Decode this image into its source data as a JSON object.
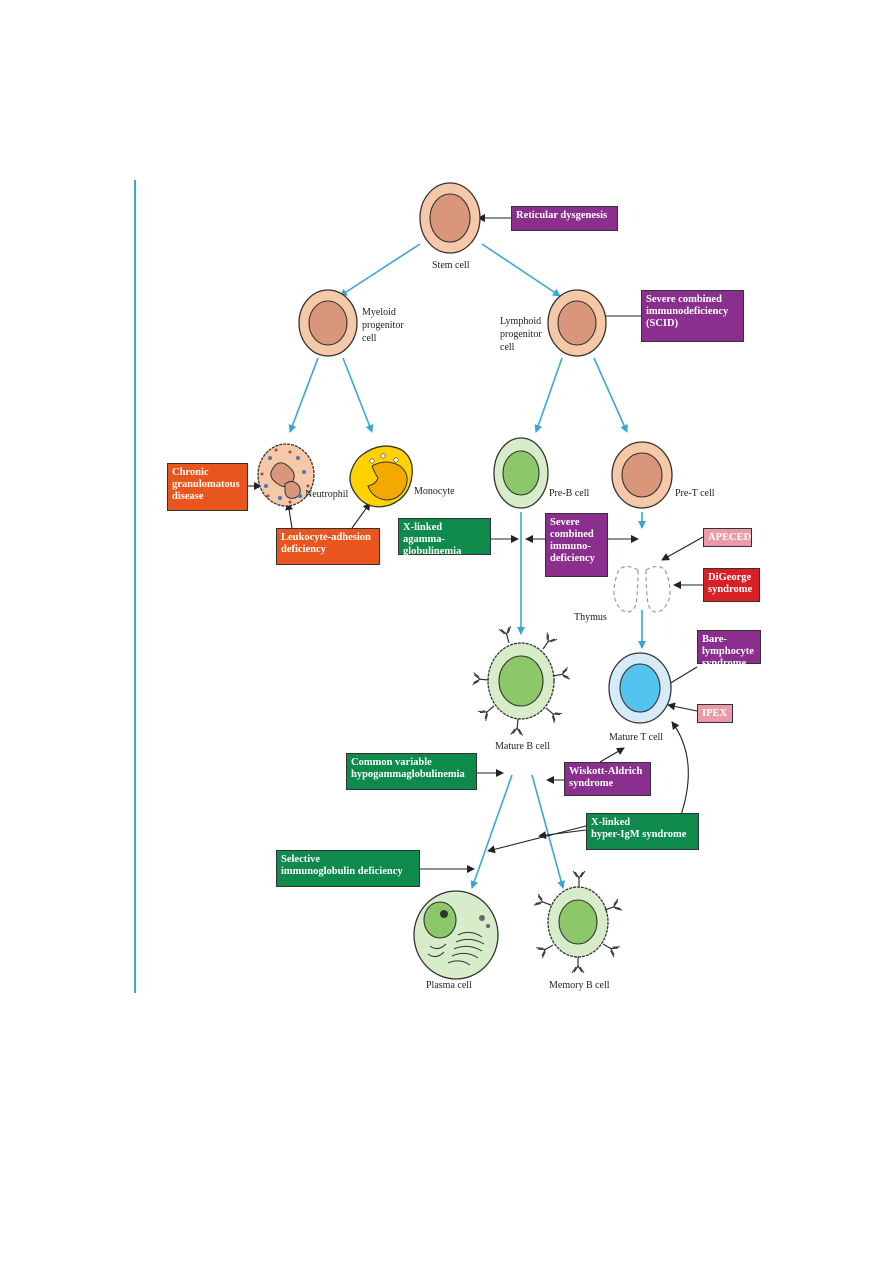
{
  "cells": {
    "stem": "Stem cell",
    "myeloid": "Myeloid\nprogenitor\ncell",
    "lymphoid": "Lymphoid\nprogenitor\ncell",
    "neutrophil": "Neutrophil",
    "monocyte": "Monocyte",
    "pre_b": "Pre-B cell",
    "pre_t": "Pre-T cell",
    "thymus": "Thymus",
    "mature_b": "Mature B cell",
    "mature_t": "Mature T cell",
    "plasma": "Plasma cell",
    "memory_b": "Memory B cell"
  },
  "disorders": {
    "reticular": "Reticular dysgenesis",
    "scid_top": "Severe combined\nimmunodeficiency\n(SCID)",
    "cgd": "Chronic\ngranulomatous\ndisease",
    "lad": "Leukocyte-adhesion\ndeficiency",
    "xla": "X-linked agamma-\nglobulinemia",
    "scid_mid": "Severe\ncombined\nimmuno-\ndeficiency",
    "apeced": "APECED",
    "digeorge": "DiGeorge\nsyndrome",
    "bare": "Bare-lymphocyte\nsyndrome",
    "ipex": "IPEX",
    "cvid": "Common variable\nhypogammaglobulinemia",
    "wiskott": "Wiskott-Aldrich\nsyndrome",
    "hyper_igm": "X-linked\nhyper-IgM syndrome",
    "selective": "Selective\nimmunoglobulin deficiency"
  },
  "colors": {
    "purple": "#8a2f8e",
    "orange": "#e8561e",
    "green": "#0d8a4c",
    "red": "#d92027",
    "pink": "#ea9aa8",
    "arrow_blue": "#3aa6d8",
    "cell_peach": "#f5c9a8",
    "cell_nucleus": "#d9967a",
    "b_cell_outer": "#d7ecc8",
    "b_cell_nucleus": "#8cc76a",
    "t_cell_outer": "#d5ecf8",
    "t_cell_nucleus": "#55c3ef",
    "monocyte_yellow": "#ffd200"
  }
}
